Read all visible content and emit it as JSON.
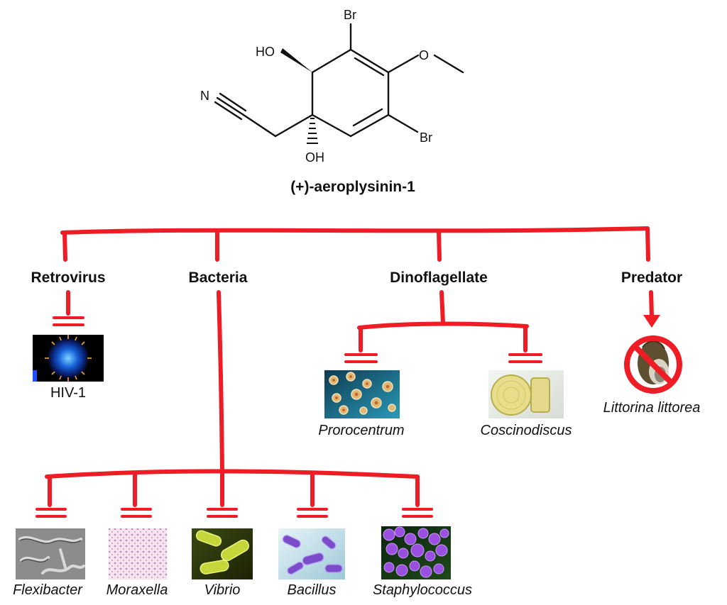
{
  "molecule": {
    "name": "(+)-aeroplysinin-1",
    "atoms": {
      "br_top": "Br",
      "br_right": "Br",
      "ho": "HO",
      "oh": "OH",
      "o_methoxy": "O",
      "n": "N"
    }
  },
  "categories": [
    {
      "id": "retrovirus",
      "label": "Retrovirus"
    },
    {
      "id": "bacteria",
      "label": "Bacteria"
    },
    {
      "id": "dinoflagellate",
      "label": "Dinoflagellate"
    },
    {
      "id": "predator",
      "label": "Predator"
    }
  ],
  "organisms": {
    "retrovirus": [
      {
        "label": "HIV-1",
        "italic": false
      }
    ],
    "dinoflagellate": [
      {
        "label": "Prorocentrum",
        "italic": true
      },
      {
        "label": "Coscinodiscus",
        "italic": true
      }
    ],
    "predator": [
      {
        "label": "Littorina littorea",
        "italic": true
      }
    ],
    "bacteria": [
      {
        "label": "Flexibacter",
        "italic": true
      },
      {
        "label": "Moraxella",
        "italic": true
      },
      {
        "label": "Vibrio",
        "italic": true
      },
      {
        "label": "Bacillus",
        "italic": true
      },
      {
        "label": "Staphylococcus",
        "italic": true
      }
    ]
  },
  "colors": {
    "inhibition_line": "#ee1c25",
    "text": "#111111",
    "prohibition_sign": "#ee1c25"
  }
}
